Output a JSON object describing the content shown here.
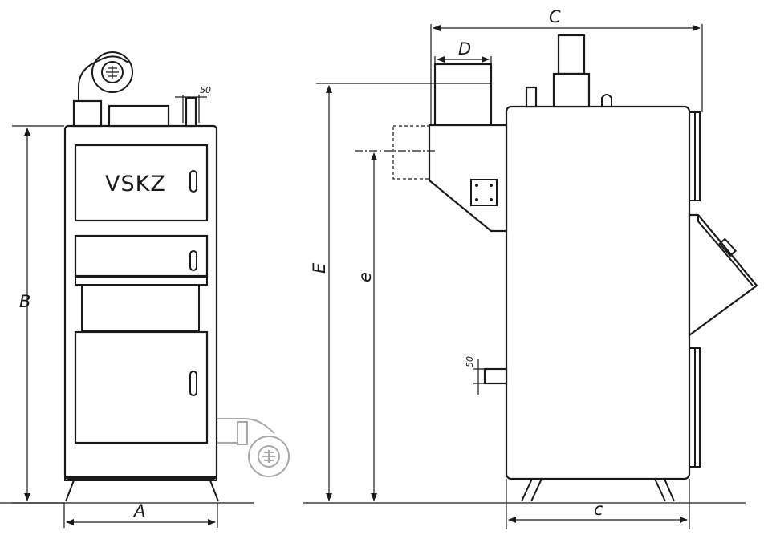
{
  "brand": "VSKZ",
  "dimensions": {
    "A": "A",
    "B": "B",
    "C": "C",
    "D": "D",
    "E": "E",
    "e": "e",
    "c": "c",
    "top_spacing": "50",
    "side_spacing": "50"
  },
  "colors": {
    "line": "#1a1a1a",
    "ghost": "#a8a8a8",
    "background": "#ffffff"
  },
  "icons": {
    "fan": "fan-icon",
    "ghost_fan": "ghost-fan-icon",
    "arrow": "dimension-arrow"
  }
}
